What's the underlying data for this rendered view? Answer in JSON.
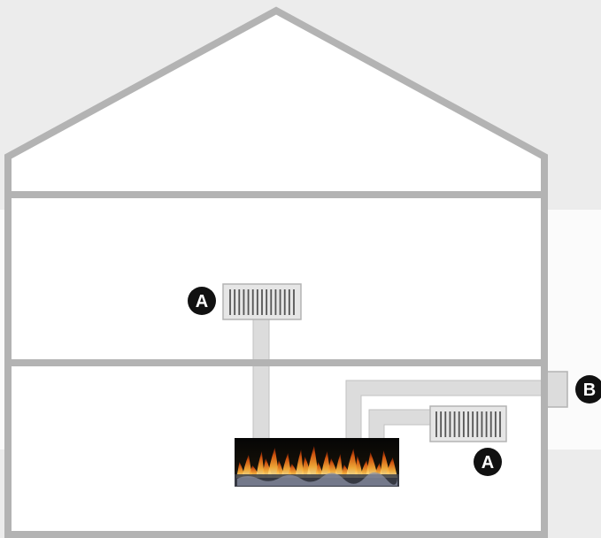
{
  "diagram": {
    "colors": {
      "background": "#ececec",
      "light_band": "#fbfbfb",
      "wall": "#b3b3b3",
      "duct": "#dcdcdc",
      "duct_outline": "#b3b3b3",
      "radiator": "#e6e6e6",
      "radiator_fins": "#555555",
      "marker_fill": "#111111",
      "marker_text": "#ffffff"
    },
    "markers": {
      "upper_radiator": "A",
      "lower_radiator": "A",
      "outside_vent": "B"
    },
    "icons": {
      "fireplace": "fireplace-flames-icon",
      "radiator": "radiator-icon"
    }
  }
}
